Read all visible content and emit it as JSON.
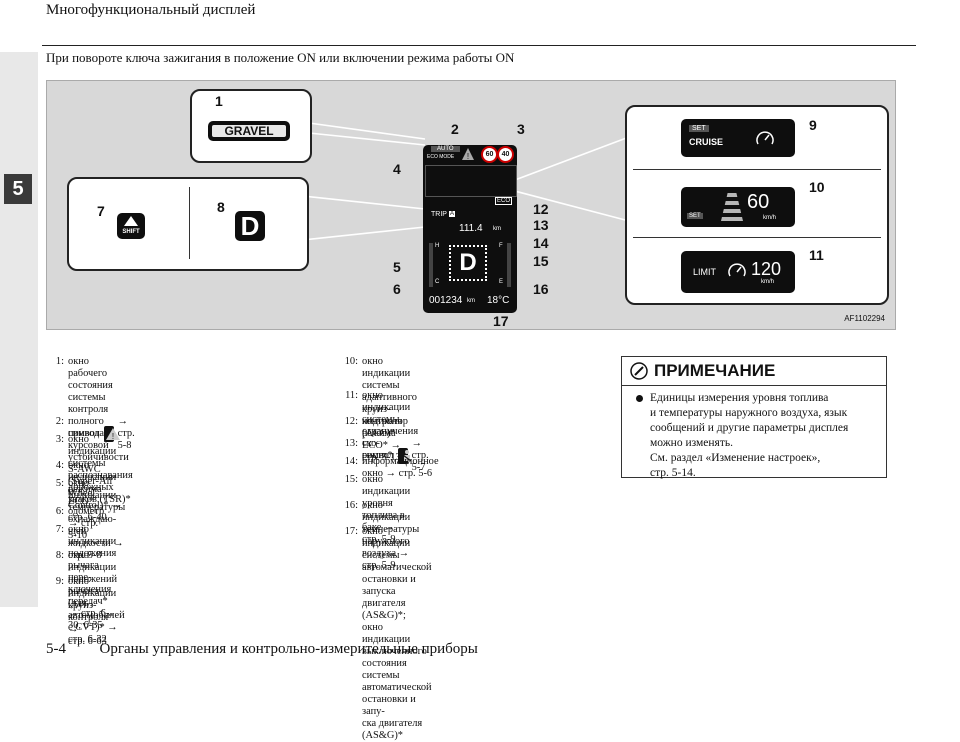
{
  "header": {
    "title": "Многофункциональный дисплей"
  },
  "chapter_tab": "5",
  "intro": "При повороте ключа зажигания в положение ON или включении режима работы ON",
  "figure": {
    "code": "AF1102294",
    "callout_numbers": [
      "1",
      "2",
      "3",
      "4",
      "5",
      "6",
      "7",
      "8",
      "9",
      "10",
      "11",
      "12",
      "13",
      "14",
      "15",
      "16",
      "17"
    ],
    "gravel_label": "GRAVEL",
    "shift_label": "SHIFT",
    "gear_letter": "D",
    "cluster": {
      "auto": "AUTO",
      "eco_mode": "ECO MODE",
      "speed_sign_1": "60",
      "speed_sign_2": "40",
      "eco": "ECO",
      "trip_label": "TRIP",
      "trip_letter": "A",
      "trip_value": "111.4",
      "trip_unit": "km",
      "gauge_h": "H",
      "gauge_c": "C",
      "gauge_f": "F",
      "gauge_e": "E",
      "odometer": "001234",
      "odometer_unit": "km",
      "outside_temp": "18°C"
    },
    "acc": {
      "set": "SET",
      "cruise": "CRUISE",
      "speed": "60",
      "unit": "km/h",
      "set_badge": "SET"
    },
    "limiter": {
      "limit": "LIMIT",
      "speed": "120",
      "unit": "km/h"
    }
  },
  "left_items": [
    {
      "n": "1:",
      "lines": [
        "окно рабочего состояния системы контроля",
        "полного привода и курсовой устойчивости",
        "S-AWC (Super-All Wheel Control)* →",
        "стр. 6-40"
      ]
    },
    {
      "n": "2:",
      "pre": "символ",
      "post": "→ стр. 5-8"
    },
    {
      "n": "3:",
      "lines": [
        "окно индикации системы распознавания",
        "дорожных знаков (TSR)*"
      ]
    },
    {
      "n": "4:",
      "lines": [
        "окно индикации режима ECO*"
      ]
    },
    {
      "n": "5:",
      "lines": [
        "окно индикации температуры охлаждаю-",
        "щей жидкости → стр. 5-8"
      ]
    },
    {
      "n": "6:",
      "lines": [
        "одометр → стр. 5-10"
      ]
    },
    {
      "n": "7:",
      "lines": [
        "окно индикации положения рычага пере-",
        "ключения передач* → стр. 6-30, 6-35"
      ]
    },
    {
      "n": "8:",
      "lines": [
        "окно индикации положений рычага",
        "(для автомобилей с CVT)* → стр. 6-32"
      ]
    },
    {
      "n": "9:",
      "lines": [
        "окно индикации круиз-контроля* →",
        "стр. 6-63"
      ]
    }
  ],
  "right_items": [
    {
      "n": "10:",
      "lines": [
        "окно индикации системы адаптивного",
        "круиз-контроля (ACC)*"
      ]
    },
    {
      "n": "11:",
      "lines": [
        "окно индикации системы ограничения ско-",
        "рости*"
      ]
    },
    {
      "n": "12:",
      "lines": [
        "индикатор режима ECO* → стр. 5-13"
      ]
    },
    {
      "n": "13:",
      "pre": "символ",
      "post": "→ стр. 5-7"
    },
    {
      "n": "14:",
      "lines": [
        "информационное окно → стр. 5-6"
      ]
    },
    {
      "n": "15:",
      "lines": [
        "окно индикации уровня топлива в баке →",
        "стр. 5-9"
      ]
    },
    {
      "n": "16:",
      "lines": [
        "окно индикации температуры наружного",
        "воздуха → стр. 5-9"
      ]
    },
    {
      "n": "17:",
      "lines": [
        "окно индикации системы автоматической",
        "остановки и запуска двигателя (AS&G)*;",
        "окно индикации выключенного состояния",
        "системы автоматической остановки и запу-",
        "ска двигателя (AS&G)*"
      ]
    }
  ],
  "note": {
    "title": "ПРИМЕЧАНИЕ",
    "lines": [
      "Единицы измерения уровня топлива",
      "и температуры наружного воздуха, язык",
      "сообщений и другие параметры дисплея",
      "можно изменять.",
      "См. раздел «Изменение настроек»,",
      "стр. 5-14."
    ]
  },
  "footer": {
    "page": "5-4",
    "section": "Органы управления и контрольно-измерительные приборы"
  }
}
